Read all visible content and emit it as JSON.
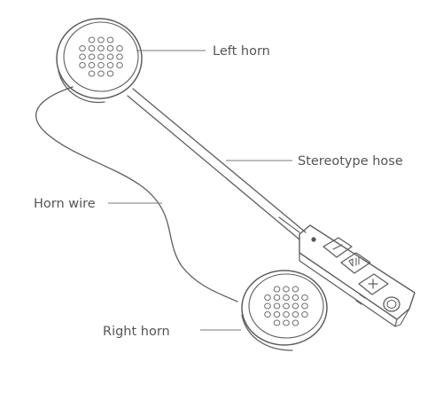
{
  "labels": {
    "left_horn": "Left horn",
    "stereotype_hose": "Stereotype hose",
    "horn_wire": "Horn wire",
    "right_horn": "Right horn"
  },
  "remote_buttons": [
    {
      "icon": "minus-icon"
    },
    {
      "icon": "play-pause-icon"
    },
    {
      "icon": "plus-icon"
    }
  ],
  "colors": {
    "line": "#5e5e5e",
    "text": "#555555"
  }
}
